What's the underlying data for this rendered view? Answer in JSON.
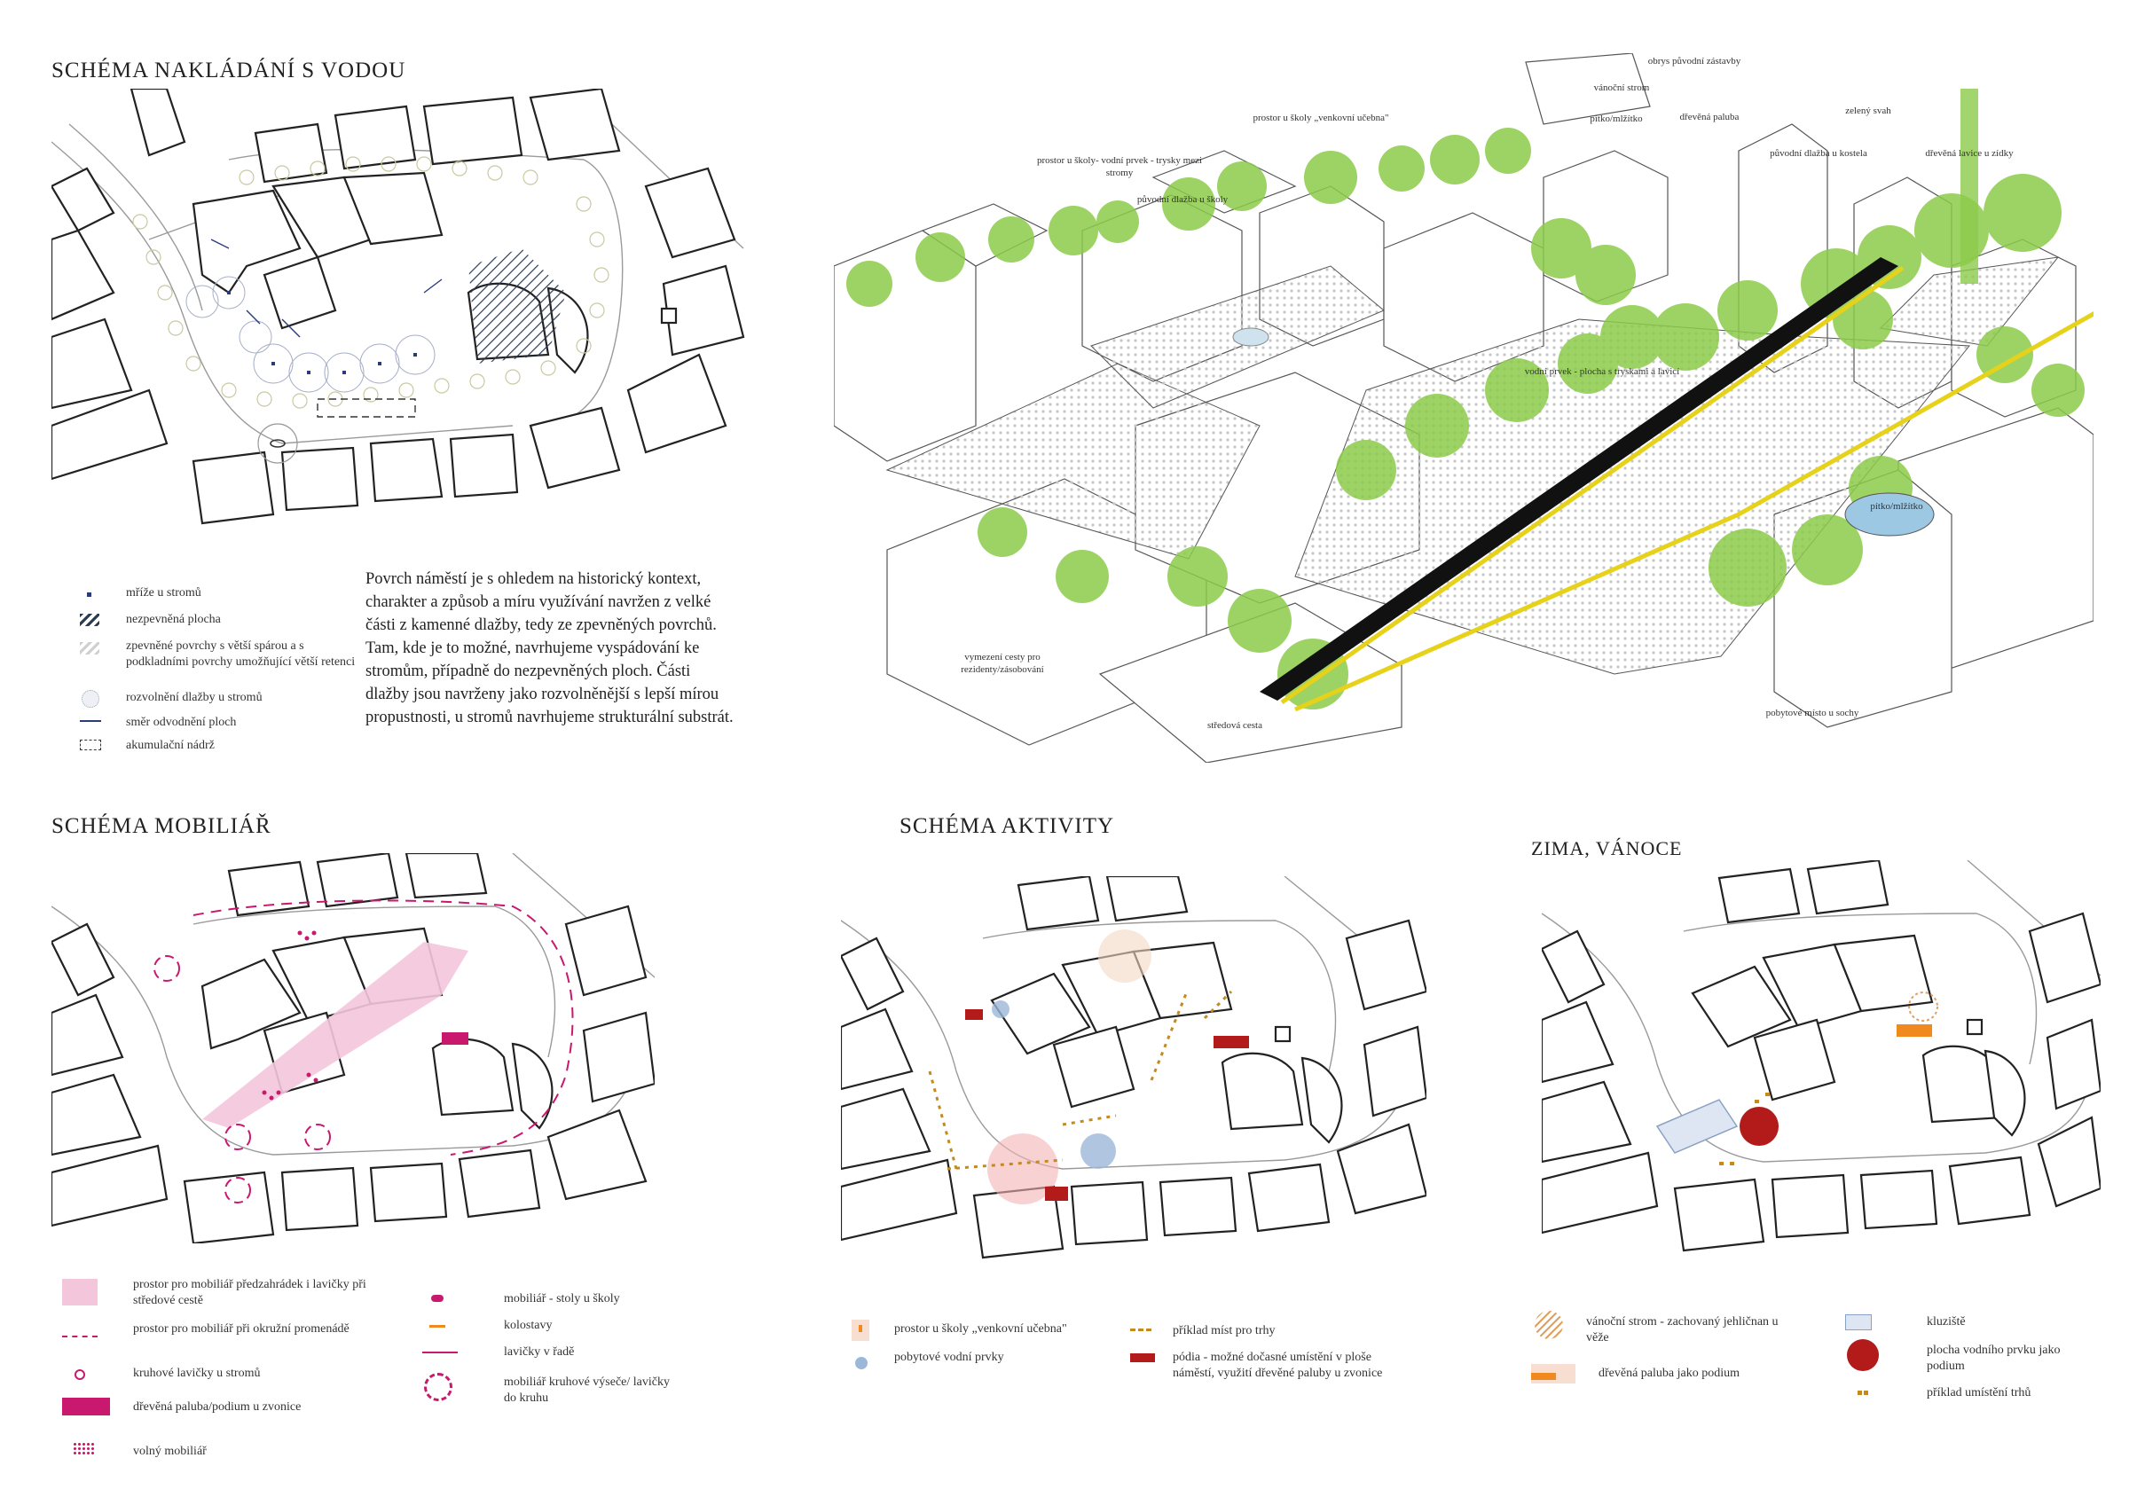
{
  "water": {
    "heading": "SCHÉMA NAKLÁDÁNÍ S VODOU",
    "legend": [
      "mříže u stromů",
      "nezpevněná plocha",
      "zpevněné povrchy s větší spárou a s podkladními povrchy umožňující větší retenci",
      "rozvolnění dlažby u stromů",
      "směr odvodnění ploch",
      "akumulační nádrž"
    ],
    "text": "Povrch náměstí je s ohledem na historický kontext, charakter a způsob a míru využívání navržen z velké části z kamenné dlažby, tedy ze zpevněných povrchů. Tam, kde je to možné, navrhujeme vyspádování ke stromům, případně do nezpevněných ploch. Části dlažby jsou navrženy jako rozvolněnější s lepší mírou propustnosti, u stromů navrhujeme strukturální substrát."
  },
  "axo": {
    "labels": {
      "obrys": "obrys původní zástavby",
      "vanocni": "vánoční strom",
      "pitko1": "pítko/mlžítko",
      "paluba": "dřevěná paluba",
      "ucebna": "prostor u školy „venkovní učebna\"",
      "zeleny": "zelený svah",
      "trysky": "prostor u školy- vodní prvek - trysky mezi stromy",
      "dlazba_kostel": "původní dlažba u kostela",
      "lavice": "dřevěná lavice u zídky",
      "dlazba_skola": "původní dlažba u školy",
      "vodni": "vodní prvek - plocha s tryskami a lavicí",
      "pitko2": "pítko/mlžítko",
      "vymezeni": "vymezení cesty pro rezidenty/zásobování",
      "pobytove": "pobytové místo u sochy",
      "stredova": "středová cesta"
    }
  },
  "mobiliar": {
    "heading": "SCHÉMA MOBILIÁŘ",
    "legend_left": [
      "prostor pro mobiliář předzahrádek i lavičky při středové cestě",
      "prostor pro mobiliář při okružní promenádě",
      "kruhové lavičky u stromů",
      "dřevěná paluba/podium u zvonice",
      "volný mobiliář"
    ],
    "legend_right": [
      "mobiliář - stoly u školy",
      "kolostavy",
      "lavičky v řadě",
      "mobiliář kruhové výseče/ lavičky do kruhu"
    ]
  },
  "aktivity": {
    "heading": "SCHÉMA AKTIVITY",
    "legend_left": [
      "prostor u školy „venkovní učebna\"",
      "pobytové vodní prvky"
    ],
    "legend_right": [
      "příklad míst pro trhy",
      "pódia - možné dočasné umístění v ploše náměstí, využití dřevěné paluby u zvonice"
    ]
  },
  "zima": {
    "heading": "ZIMA, VÁNOCE",
    "legend_left": [
      "vánoční strom - zachovaný jehličnan u věže",
      "dřevěná paluba jako podium"
    ],
    "legend_right": [
      "kluziště",
      "plocha vodního prvku jako podium",
      "příklad umístění trhů"
    ]
  },
  "colors": {
    "pink": "#f4c6dc",
    "magenta": "#c8196e",
    "orange": "#f08a1e",
    "red": "#b31b1b",
    "green": "#8ccb4a",
    "yellow": "#e6d21a",
    "blue": "#9cb8d8"
  }
}
